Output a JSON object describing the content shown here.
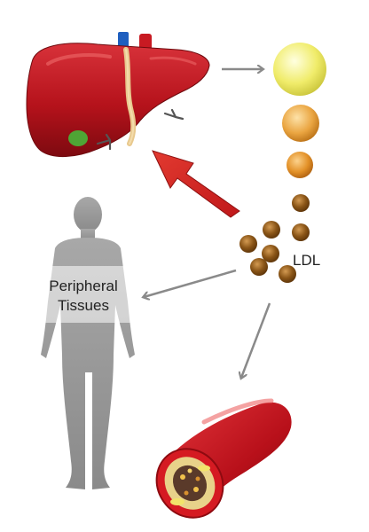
{
  "labels": {
    "peripheral_line1": "Peripheral",
    "peripheral_line2": "Tissues",
    "ldl": "LDL"
  },
  "colors": {
    "liver": "#b5121b",
    "big_arrow": "#c8201c",
    "gray_arrow": "#8a8a8a",
    "silhouette": "#9a9a9a",
    "particle_yellow": "#f2ee70",
    "particle_orange": "#e9a53a",
    "particle_brown": "#8a5517",
    "artery": "#c0141a"
  },
  "icons": [
    "liver-icon",
    "human-silhouette-icon",
    "artery-cross-section-icon"
  ]
}
